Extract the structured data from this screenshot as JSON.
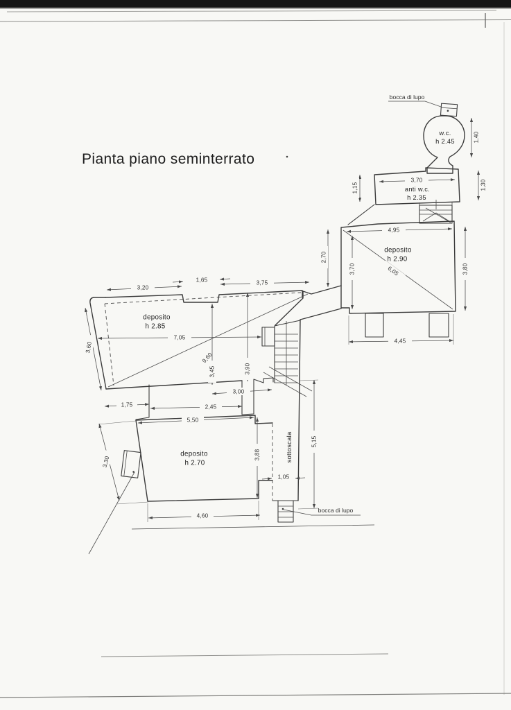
{
  "colors": {
    "paper": "#f8f8f5",
    "ink": "#3b3b3b",
    "scan_band": "#161616"
  },
  "title": "Pianta piano seminterrato",
  "labels": {
    "window_top": "bocca di lupo",
    "window_bottom": "bocca di lupo"
  },
  "rooms": {
    "wc": {
      "name": "w.c.",
      "height": "h 2.45"
    },
    "anti_wc": {
      "name": "anti w.c.",
      "height": "h 2.35"
    },
    "deposito_right": {
      "name": "deposito",
      "height": "h 2.90"
    },
    "deposito_left": {
      "name": "deposito",
      "height": "h 2.85"
    },
    "deposito_bottom": {
      "name": "deposito",
      "height": "h 2.70"
    },
    "sottoscala": {
      "name": "sottoscala"
    }
  },
  "dims": {
    "d140": "1,40",
    "d370a": "3,70",
    "d115": "1,15",
    "d130": "1,30",
    "d495": "4,95",
    "d605": "6,05",
    "d370b": "3,70",
    "d380": "3,80",
    "d270": "2,70",
    "d445": "4,45",
    "d320": "3,20",
    "d165": "1,65",
    "d375": "3,75",
    "d360": "3,60",
    "d705": "7,05",
    "d960": "9,60",
    "d345": "3,45",
    "d390": "3,90",
    "d175": "1,75",
    "d245": "2,45",
    "d300": "3,00",
    "d550": "5,50",
    "d388": "3,88",
    "d105": "1,05",
    "d515": "5,15",
    "d330": "3,30",
    "d460": "4,60"
  }
}
